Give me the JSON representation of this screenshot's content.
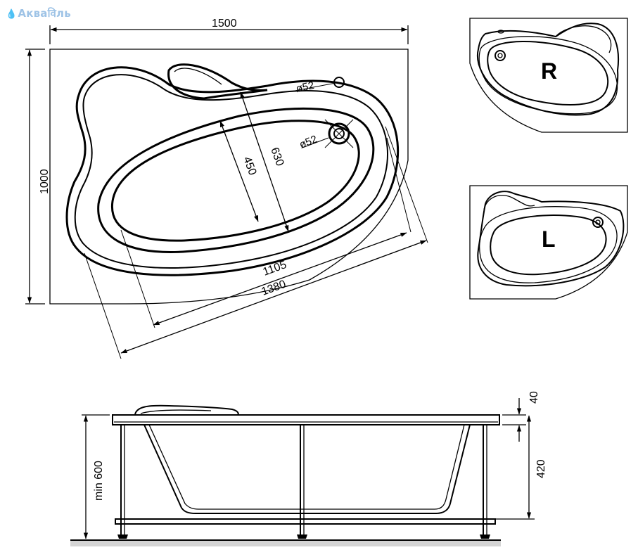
{
  "watermark": {
    "text": "Акваविль"
  },
  "top_view": {
    "width_label": "1500",
    "height_label": "1000",
    "drain_label": "ø52",
    "overflow_label": "ø52",
    "inner_width_label": "450",
    "outer_width_label": "630",
    "inner_length_label": "1105",
    "outer_length_label": "1380"
  },
  "variants": {
    "right_label": "R",
    "left_label": "L"
  },
  "side_view": {
    "rim_label": "40",
    "rim_to_floor_label": "420",
    "min_height_label": "min 600"
  }
}
